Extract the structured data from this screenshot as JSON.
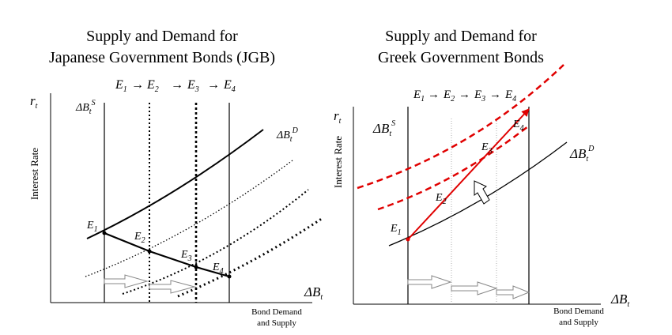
{
  "left": {
    "title_line1": "Supply and Demand for",
    "title_line2": "Japanese Government Bonds (JGB)",
    "sequence": [
      "E",
      "E",
      "E",
      "E"
    ],
    "sequence_subs": [
      "1",
      "2",
      "3",
      "4"
    ],
    "y_symbol": "r",
    "y_symbol_sub": "t",
    "y_label": "Interest Rate",
    "supply_label": "ΔB",
    "supply_sub": "t",
    "supply_sup": "S",
    "demand_label": "ΔB",
    "demand_sub": "t",
    "demand_sup": "D",
    "x_symbol": "ΔB",
    "x_symbol_sub": "t",
    "x_label_line1": "Bond Demand",
    "x_label_line2": "and Supply",
    "points": [
      {
        "label": "E",
        "sub": "1"
      },
      {
        "label": "E",
        "sub": "2"
      },
      {
        "label": "E",
        "sub": "3"
      },
      {
        "label": "E",
        "sub": "4"
      }
    ]
  },
  "right": {
    "title_line1": "Supply and Demand for",
    "title_line2": "Greek Government Bonds",
    "sequence": [
      "E",
      "E",
      "E",
      "E"
    ],
    "sequence_subs": [
      "1",
      "2",
      "3",
      "4"
    ],
    "y_symbol": "r",
    "y_symbol_sub": "t",
    "y_label": "Interest Rate",
    "supply_label": "ΔB",
    "supply_sub": "t",
    "supply_sup": "S",
    "demand_label": "ΔB",
    "demand_sub": "t",
    "demand_sup": "D",
    "x_symbol": "ΔB",
    "x_symbol_sub": "t",
    "x_label_line1": "Bond Demand",
    "x_label_line2": "and Supply",
    "points": [
      {
        "label": "E",
        "sub": "1"
      },
      {
        "label": "E",
        "sub": "2"
      },
      {
        "label": "E",
        "sub": "3"
      },
      {
        "label": "E",
        "sub": "4"
      }
    ]
  },
  "colors": {
    "ink": "#000000",
    "red": "#e00000",
    "gray": "#9a9a9a"
  }
}
